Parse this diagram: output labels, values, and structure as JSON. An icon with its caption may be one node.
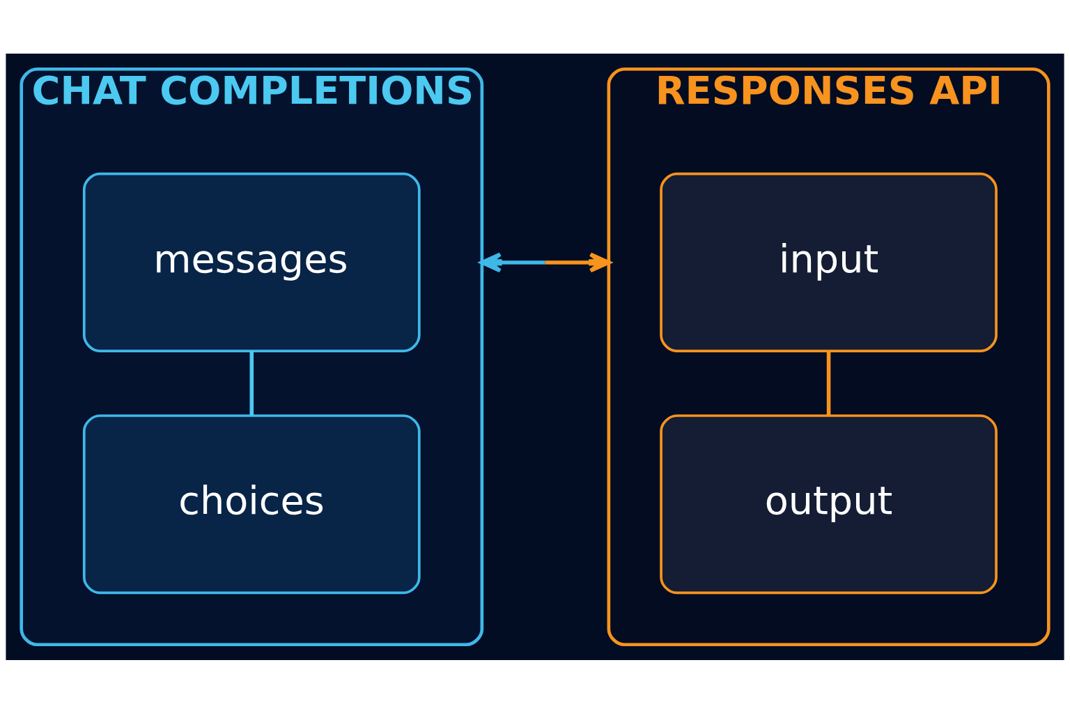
{
  "diagram": {
    "nodes": [
      {
        "text": [
          "CHAT COMPLETIONS"
        ]
      },
      {
        "text": [
          "messages"
        ],
        "in": 0
      },
      {
        "text": [
          "choices"
        ],
        "in": 0
      },
      {
        "text": [
          "RESPONSES API"
        ]
      },
      {
        "text": [
          "input"
        ],
        "in": 3
      },
      {
        "text": [
          "output"
        ],
        "in": 3
      }
    ],
    "edges": [
      {
        "from": 1,
        "to": 2,
        "arrow": "none",
        "color": "#4cc9f0"
      },
      {
        "from": 4,
        "to": 5,
        "arrow": "none",
        "color": "#f7931e"
      },
      {
        "from": 0,
        "to": 3,
        "arrow": "both"
      }
    ]
  }
}
